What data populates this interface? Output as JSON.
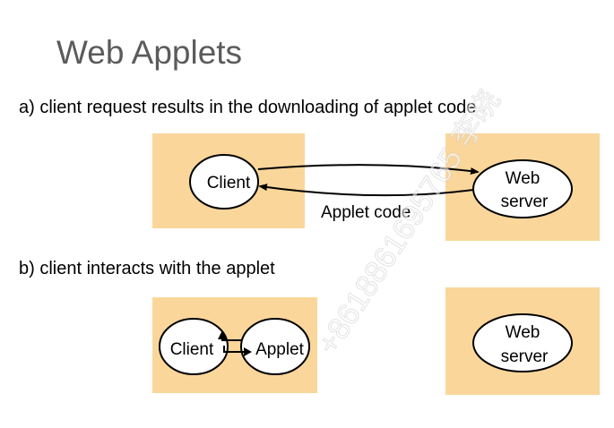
{
  "title": "Web Applets",
  "part_a": {
    "caption": "a) client request results in the downloading of applet code",
    "client_label": "Client",
    "server_label_line1": "Web",
    "server_label_line2": "server",
    "arrow_label": "Applet code"
  },
  "part_b": {
    "caption": "b) client  interacts with the applet",
    "client_label": "Client",
    "applet_label": "Applet",
    "server_label_line1": "Web",
    "server_label_line2": "server"
  },
  "watermark": "+8618861695765 李晓",
  "colors": {
    "box_fill": "#fad69b",
    "title": "#5b5b5b",
    "text": "#000000"
  }
}
